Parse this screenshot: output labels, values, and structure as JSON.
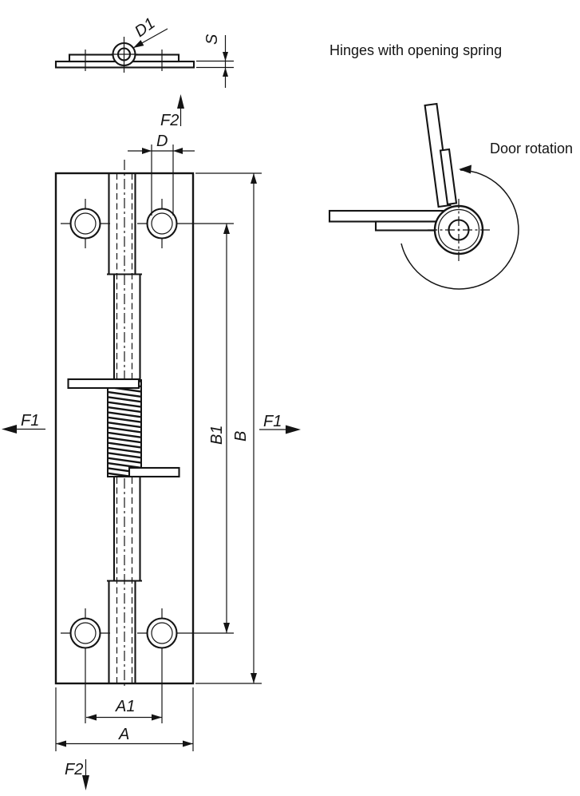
{
  "title": "Hinges with opening spring",
  "annotations": {
    "door_rotation": "Door rotation"
  },
  "dimension_labels": {
    "pin_diameter": "D1",
    "material_thickness": "S",
    "hole_diameter": "D",
    "hole_spacing_width": "A1",
    "width": "A",
    "hole_spacing_height": "B1",
    "height": "B"
  },
  "force_labels": {
    "f1": "F1",
    "f2": "F2"
  },
  "colors": {
    "line": "#141414",
    "background": "#ffffff"
  }
}
